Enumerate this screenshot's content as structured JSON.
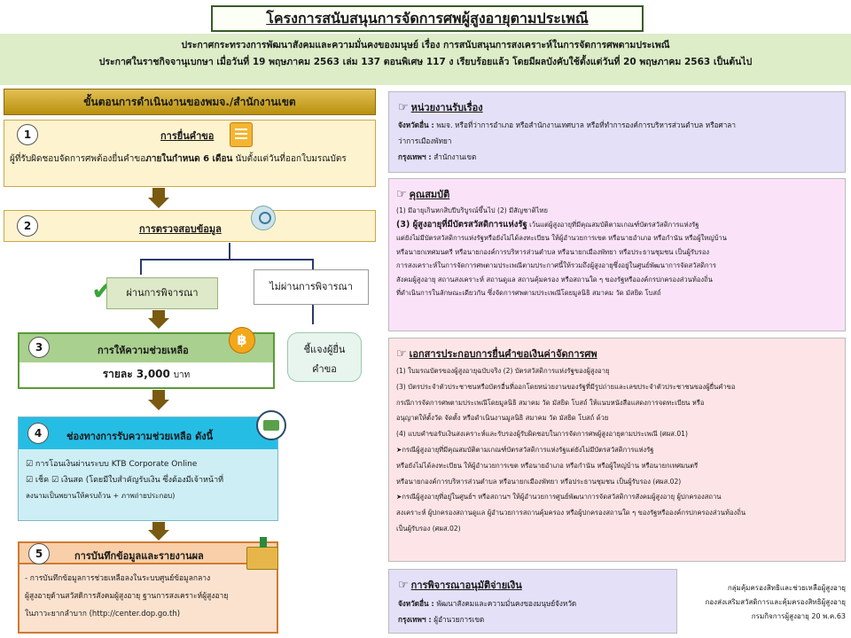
{
  "title": "โครงการสนับสนุนการจัดการศพผู้สูงอายุตามประเพณี",
  "announcement": {
    "line1": "ประกาศกระทรวงการพัฒนาสังคมและความมั่นคงของมนุษย์  เรื่อง การสนับสนุนการสงเคราะห์ในการจัดการศพตามประเพณี",
    "line2": "ประกาศในราชกิจจานุเบกษา  เมื่อวันที่ 19 พฤษภาคม 2563 เล่ม 137 ตอนพิเศษ 117 ง เรียบร้อยแล้ว โดยมีผลบังคับใช้ตั้งแต่วันที่  20 พฤษภาคม  2563 เป็นต้นไป"
  },
  "steps_header": "ขั้นตอนการดำเนินงานของพมจ./สำนักงานเขต",
  "step1": {
    "number": "1",
    "title": "การยื่นคำขอ",
    "text_a": "ผู้ที่รับผิดชอบจัดการศพต้องยื่นคำขอ",
    "text_b": "ภายในกำหนด 6 เดือน",
    "text_c": " นับตั้งแต่วันที่ออกใบมรณบัตร"
  },
  "step2": {
    "number": "2",
    "title": "การตรวจสอบข้อมูล"
  },
  "pass_label": "ผ่านการพิจารณา",
  "fail_label": "ไม่ผ่านการพิจารณา",
  "fail_action_line1": "ชี้แจงผู้ยื่น",
  "fail_action_line2": "คำขอ",
  "step3": {
    "number": "3",
    "title": "การให้ความช่วยเหลือ",
    "amount": "รายละ 3,000",
    "unit": "บาท",
    "icon_glyph": "฿"
  },
  "step4": {
    "number": "4",
    "title": "ช่องทางการรับความช่วยเหลือ ดังนี้",
    "option1": "☑  การโอนเงินผ่านระบบ  KTB  Corporate Online",
    "option2": "☑ เช็ค       ☑  เงินสด  (โดยมีใบสำคัญรับเงิน  ซึ่งต้องมีเจ้าหน้าที่",
    "option2_cont": "ลงนามเป็นพยานให้ครบถ้วน + ภาพถ่ายประกอบ)"
  },
  "step5": {
    "number": "5",
    "title": "การบันทึกข้อมูลและรายงานผล",
    "text1": "- การบันทึกข้อมูลการช่วยเหลือลงในระบบศูนย์ข้อมูลกลาง",
    "text2": "ผู้สูงอายุด้านสวัสดิการสังคมผู้สูงอายุ ฐานการสงเคราะห์ผู้สูงอายุ",
    "text3": "ในภาวะยากลำบาก  (http://center.dop.go.th)"
  },
  "agency": {
    "head": "หน่วยงานรับเรื่อง",
    "prov_label": "จังหวัดอื่น :",
    "prov_text": " พมจ. หรือที่ว่าการอำเภอ หรือสำนักงานเทศบาล หรือที่ทำการองค์การบริหารส่วนตำบล หรือศาลา",
    "prov_text2": "ว่าการเมืองพัทยา",
    "bkk_label": "กรุงเทพฯ :",
    "bkk_text": " สำนักงานเขต"
  },
  "qual": {
    "head": "คุณสมบัติ",
    "l1": "(1) มีอายุเกินหกสิบปีบริบูรณ์ขึ้นไป         (2) มีสัญชาติไทย",
    "l2_bold": "(3)  ผู้สูงอายุที่มีบัตรสวัสดิการแห่งรัฐ",
    "l2_rest": " เว้นแต่ผู้สูงอายุที่มีคุณสมบัติตามเกณฑ์บัตรสวัสดิการแห่งรัฐ",
    "l3": "แต่ยังไม่มีบัตรสวัสดิการแห่งรัฐหรือยังไม่ได้ลงทะเบียน ให้ผู้อำนวยการเขต หรือนายอำเภอ หรือกำนัน หรือผู้ใหญ่บ้าน",
    "l4": "หรือนายกเทศมนตรี หรือนายกองค์การบริหารส่วนตำบล หรือนายกเมืองพัทยา หรือประธานชุมชน เป็นผู้รับรอง",
    "l5": "     การสงเคราะห์ในการจัดการศพตามประเพณีตามประกาศนี้ให้รวมถึงผู้สูงอายุซึ่งอยู่ในศูนย์พัฒนาการจัดสวัสดิการ",
    "l6": "สังคมผู้สูงอายุ สถานสงเคราะห์ สถานดูแล สถานคุ้มครอง หรือสถานใด ๆ ของรัฐหรือองค์กรปกครองส่วนท้องถิ่น",
    "l7": "ที่ดำเนินการในลักษณะเดียวกัน ซึ่งจัดการศพตามประเพณีโดยมูลนิธิ สมาคม วัด มัสยิด โบสถ์"
  },
  "docs": {
    "head": "เอกสารประกอบการยื่นคำขอเงินค่าจัดการศพ",
    "l1": "(1) ใบมรณบัตรของผู้สูงอายุฉบับจริง                        (2) บัตรสวัสดิการแห่งรัฐของผู้สูงอายุ",
    "l2": "(3) บัตรประจำตัวประชาชนหรือบัตรอื่นที่ออกโดยหน่วยงานของรัฐที่มีรูปถ่ายและเลขประจำตัวประชาชนของผู้ยื่นคำขอ",
    "l3": "     กรณีการจัดการศพตามประเพณีโดยมูลนิธิ สมาคม วัด มัสยิด โบสถ์ ให้แนบหนังสือแสดงการจดทะเบียน หรือ",
    "l4": "อนุญาตให้ตั้งวัด จัดตั้ง หรือดำเนินงานมูลนิธิ สมาคม วัด มัสยิด โบสถ์ ด้วย",
    "l5": "  (4)  แบบคำขอรับเงินสงเคราะห์และรับรองผู้รับผิดชอบในการจัดการศพผู้สูงอายุตามประเพณี (ศผส.01)",
    "l6": "           ➤กรณีผู้สูงอายุที่มีคุณสมบัติตามเกณฑ์บัตรสวัสดิการแห่งรัฐแต่ยังไม่มีบัตรสวัสดิการแห่งรัฐ",
    "l7": "หรือยังไม่ได้ลงทะเบียน ให้ผู้อำนวยการเขต หรือนายอำเภอ หรือกำนัน หรือผู้ใหญ่บ้าน หรือนายกเทศมนตรี",
    "l8": "หรือนายกองค์การบริหารส่วนตำบล หรือนายกเมืองพัทยา หรือประธานชุมชน เป็นผู้รับรอง (ศผส.02)",
    "l9": "        ➤กรณีผู้สูงอายุที่อยู่ในศูนย์ฯ หรือสถานฯ ให้ผู้อำนวยการศูนย์พัฒนาการจัดสวัสดิการสังคมผู้สูงอายุ ผู้ปกครองสถาน",
    "l10": "สงเคราะห์ ผู้ปกครองสถานดูแล ผู้อำนวยการสถานคุ้มครอง หรือผู้ปกครองสถานใด ๆ ของรัฐหรือองค์กรปกครองส่วนท้องถิ่น",
    "l11": "เป็นผู้รับรอง (ศผส.02)"
  },
  "approval": {
    "head": "การพิจารณาอนุมัติจ่ายเงิน",
    "prov_label": "จังหวัดอื่น :",
    "prov_text": "  พัฒนาสังคมและความมั่นคงของมนุษย์จังหวัด",
    "bkk_label": "กรุงเทพฯ :",
    "bkk_text": "  ผู้อำนวยการเขต"
  },
  "footer": {
    "l1": "กลุ่มคุ้มครองสิทธิและช่วยเหลือผู้สูงอายุ",
    "l2": "กองส่งเสริมสวัสดิการและคุ้มครองสิทธิผู้สูงอายุ",
    "l3": "กรมกิจการผู้สูงอายุ 20 พ.ค.63"
  },
  "colors": {
    "step_box": "#fdf3cf",
    "step3_header": "#a9d08e",
    "step4": "#cdeef5",
    "step5": "#fbe2cf",
    "arrow": "#7a5a10"
  }
}
